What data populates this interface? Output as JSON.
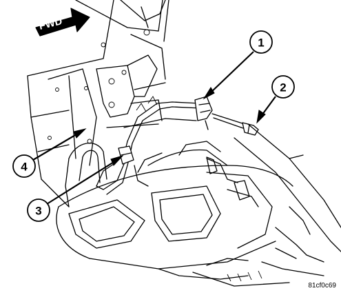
{
  "fwd_label": "FWD",
  "figure_code": "81cf0c69",
  "callouts": [
    {
      "number": "1"
    },
    {
      "number": "2"
    },
    {
      "number": "3"
    },
    {
      "number": "4"
    }
  ]
}
